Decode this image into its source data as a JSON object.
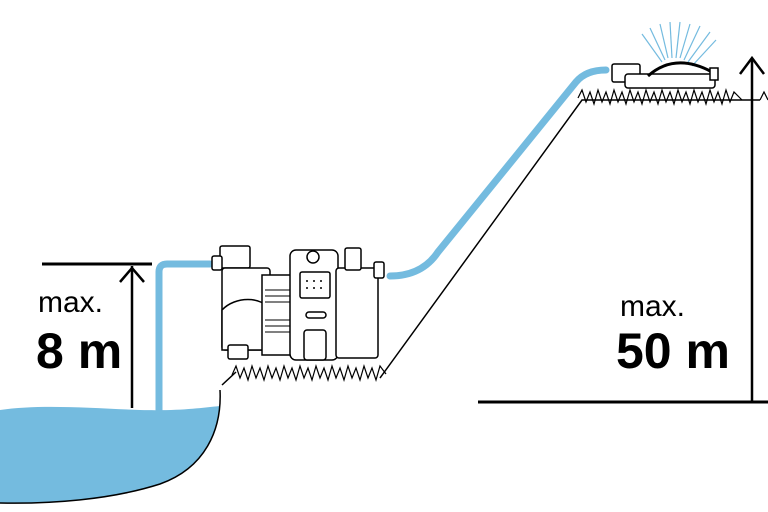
{
  "title": "Garden pump installation diagram",
  "colors": {
    "water": "#74BBDF",
    "outline": "#000000",
    "background": "#ffffff"
  },
  "labels": {
    "suction": {
      "prefix": "max.",
      "value": "8 m"
    },
    "delivery": {
      "prefix": "max.",
      "value": "50 m"
    }
  },
  "components": [
    "water-source",
    "suction-hose",
    "pump",
    "delivery-hose",
    "sprinkler"
  ],
  "dimensions": {
    "max_suction_height_m": 8,
    "max_delivery_height_m": 50
  }
}
